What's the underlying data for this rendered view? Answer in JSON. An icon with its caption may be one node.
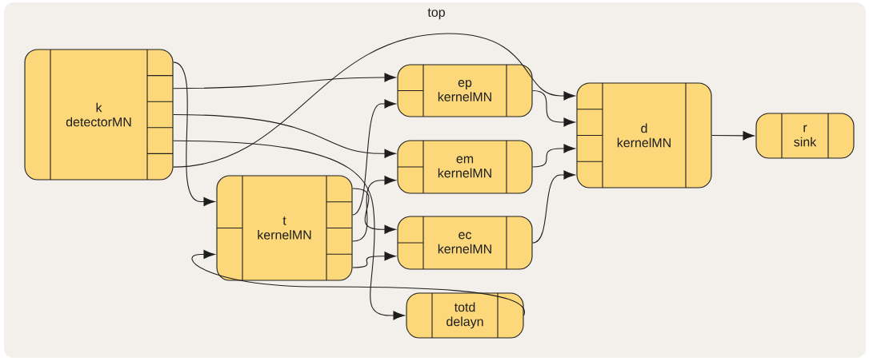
{
  "diagram": {
    "nodes": [
      {
        "text": [
          "top"
        ]
      },
      {
        "text": [
          "k",
          "detectorMN"
        ],
        "in": 0
      },
      {
        "text": [
          "t",
          "kernelMN"
        ],
        "in": 0
      },
      {
        "text": [
          "ep",
          "kernelMN"
        ],
        "in": 0
      },
      {
        "text": [
          "em",
          "kernelMN"
        ],
        "in": 0
      },
      {
        "text": [
          "ec",
          "kernelMN"
        ],
        "in": 0
      },
      {
        "text": [
          "totd",
          "delayn"
        ],
        "in": 0
      },
      {
        "text": [
          "d",
          "kernelMN"
        ],
        "in": 0
      },
      {
        "text": [
          "r",
          "sink"
        ],
        "in": 0
      }
    ],
    "edges": [
      {
        "from": 1,
        "to": 2,
        "arrow": "to"
      },
      {
        "from": 1,
        "to": 3,
        "arrow": "to"
      },
      {
        "from": 1,
        "to": 4,
        "arrow": "to"
      },
      {
        "from": 1,
        "to": 6,
        "arrow": "to"
      },
      {
        "from": 1,
        "to": 7,
        "arrow": "to"
      },
      {
        "from": 2,
        "to": 5,
        "arrow": "to"
      },
      {
        "from": 2,
        "to": 3,
        "arrow": "to"
      },
      {
        "from": 2,
        "to": 4,
        "arrow": "to"
      },
      {
        "from": 2,
        "to": 5,
        "arrow": "to"
      },
      {
        "from": 3,
        "to": 7,
        "arrow": "to"
      },
      {
        "from": 4,
        "to": 7,
        "arrow": "to"
      },
      {
        "from": 5,
        "to": 7,
        "arrow": "to"
      },
      {
        "from": 7,
        "to": 8,
        "arrow": "to"
      },
      {
        "from": 6,
        "to": 2,
        "arrow": "to"
      }
    ]
  }
}
